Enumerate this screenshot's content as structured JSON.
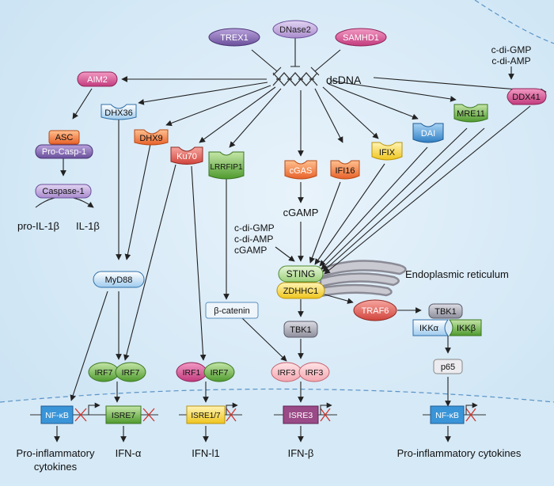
{
  "nodes": {
    "trex1": "TREX1",
    "dnase2": "DNase2",
    "samhd1": "SAMHD1",
    "dsdna": "dsDNA",
    "cdi_top_gmp": "c-di-GMP",
    "cdi_top_amp": "c-di-AMP",
    "aim2": "AIM2",
    "asc": "ASC",
    "procasp1": "Pro-Casp-1",
    "caspase1": "Caspase-1",
    "proil1b": "pro-IL-1β",
    "il1b": "IL-1β",
    "dhx36": "DHX36",
    "dhx9": "DHX9",
    "ku70": "Ku70",
    "lrrfip1": "LRRFIP1",
    "cgas": "cGAS",
    "ifi16": "IFI16",
    "ifix": "IFIX",
    "dai": "DAI",
    "mre11": "MRE11",
    "ddx41": "DDX41",
    "cgamp": "cGAMP",
    "mid_cdi_gmp": "c-di-GMP",
    "mid_cdi_amp": "c-di-AMP",
    "mid_cgamp": "cGAMP",
    "sting": "STING",
    "zdhhc1": "ZDHHC1",
    "er": "Endoplasmic reticulum",
    "traf6": "TRAF6",
    "tbk1_right": "TBK1",
    "ikka": "IKKα",
    "ikkb": "IKKβ",
    "p65": "p65",
    "myd88": "MyD88",
    "bcatenin": "β-catenin",
    "tbk1_mid": "TBK1",
    "irf7a": "IRF7",
    "irf7b": "IRF7",
    "irf1": "IRF1",
    "irf7c": "IRF7",
    "irf3a": "IRF3",
    "irf3b": "IRF3",
    "nfkb1": "NF-κB",
    "isre7": "ISRE7",
    "isre17": "ISRE1/7",
    "isre3": "ISRE3",
    "nfkb2": "NF-κB"
  },
  "outputs": {
    "proinflam1_line1": "Pro-inflammatory",
    "proinflam1_line2": "cytokines",
    "ifna": "IFN-α",
    "ifnl1": "IFN-l1",
    "ifnb": "IFN-β",
    "proinflam2": "Pro-inflammatory cytokines"
  },
  "colors": {
    "purple": "#7b5ea8",
    "pink": "#d04d8c",
    "blue": "#3a8fd1",
    "orange": "#f0773a",
    "red": "#d9534f",
    "green": "#62a83c",
    "yellow": "#f4d63b",
    "gray": "#9a9aa8",
    "cytoplasm": "#dcedf8"
  }
}
